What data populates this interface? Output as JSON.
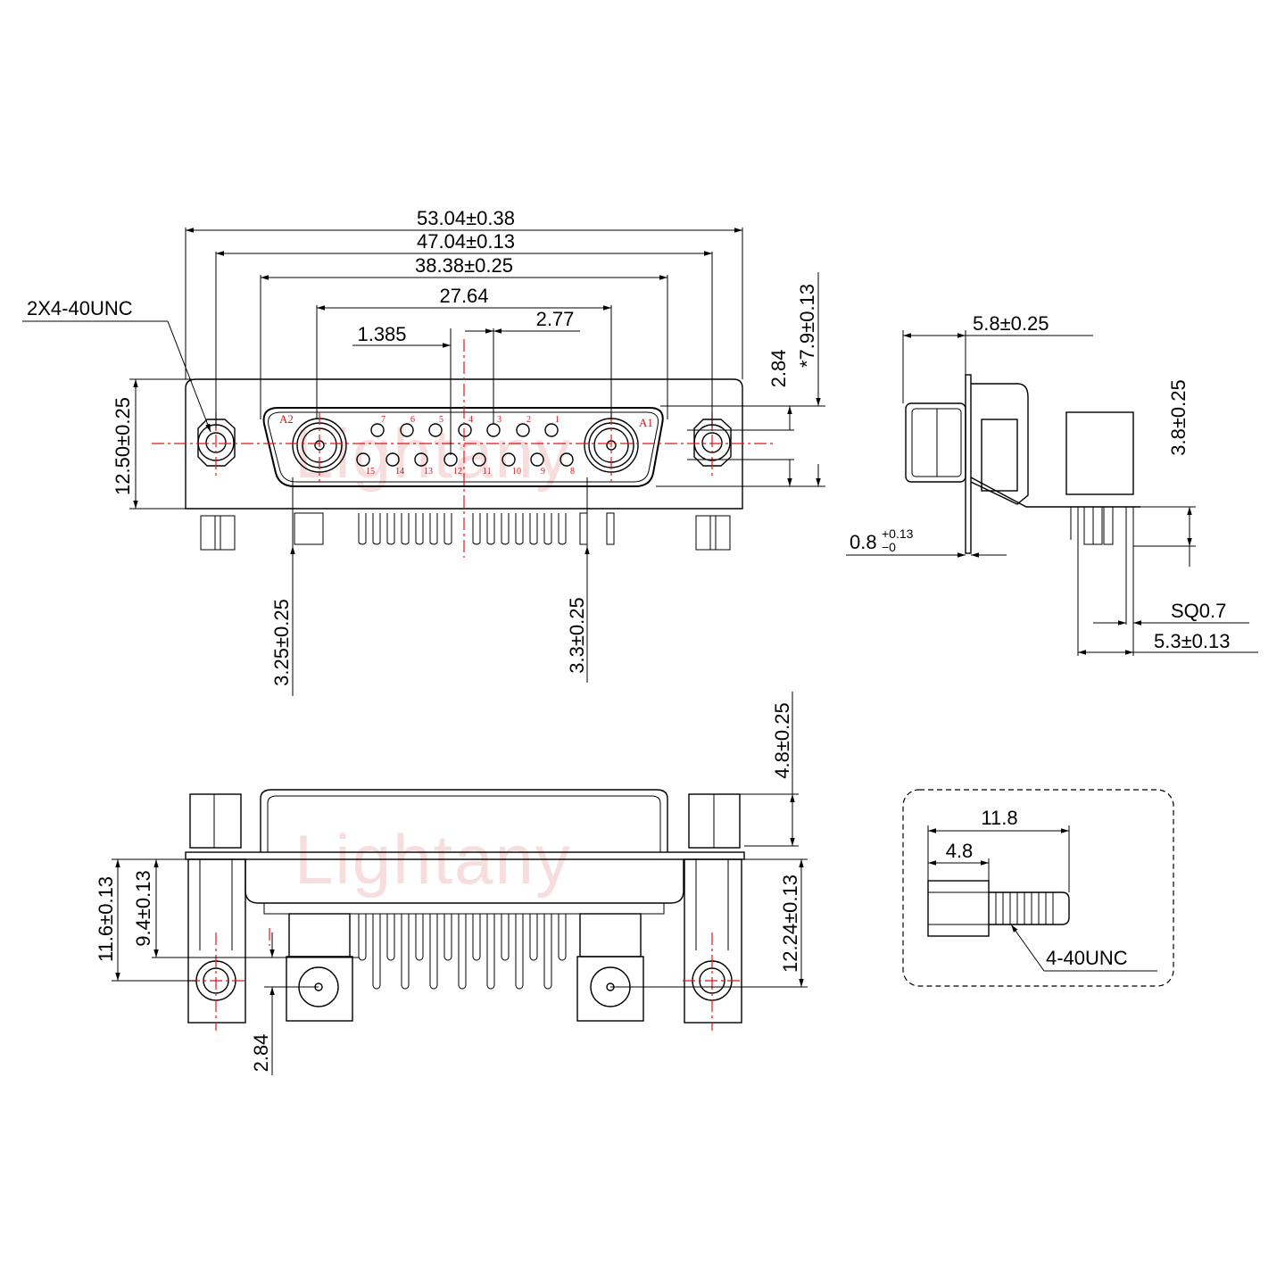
{
  "watermark": "Lightany",
  "front_view": {
    "thread_callout": "2X4-40UNC",
    "dims": {
      "overall_width": "53.04±0.38",
      "mount_hole_pitch": "47.04±0.13",
      "shell_width": "38.38±0.25",
      "coax_pitch": "27.64",
      "pin_offset": "1.385",
      "pin_pitch": "2.77",
      "height": "12.50±0.25",
      "row_offset": "2.84",
      "star_height": "*7.9±0.13",
      "left_pin_offset": "3.25±0.25",
      "right_pin_offset": "3.3±0.25"
    },
    "top_row_pins": [
      "7",
      "6",
      "5",
      "4",
      "3",
      "2",
      "1"
    ],
    "bottom_row_pins": [
      "15",
      "14",
      "13",
      "12",
      "11",
      "10",
      "9",
      "8"
    ],
    "coax_labels": {
      "left": "A2",
      "right": "A1"
    }
  },
  "side_view": {
    "dims": {
      "depth": "5.8±0.25",
      "pin_length": "3.8±0.25",
      "flange_base": "0.8",
      "flange_tol_upper": "+0.13",
      "flange_tol_lower": "−0",
      "pin_square": "SQ0.7",
      "pin_row_offset": "5.3±0.13"
    }
  },
  "bottom_view": {
    "dims": {
      "hex_height": "4.8±0.25",
      "hole_center": "11.6±0.13",
      "pin_row": "9.4±0.13",
      "coax_offset": "12.24±0.13",
      "row_spacing": "2.84"
    }
  },
  "screw_detail": {
    "dims": {
      "overall_length": "11.8",
      "hex_length": "4.8"
    },
    "thread_callout": "4-40UNC"
  }
}
